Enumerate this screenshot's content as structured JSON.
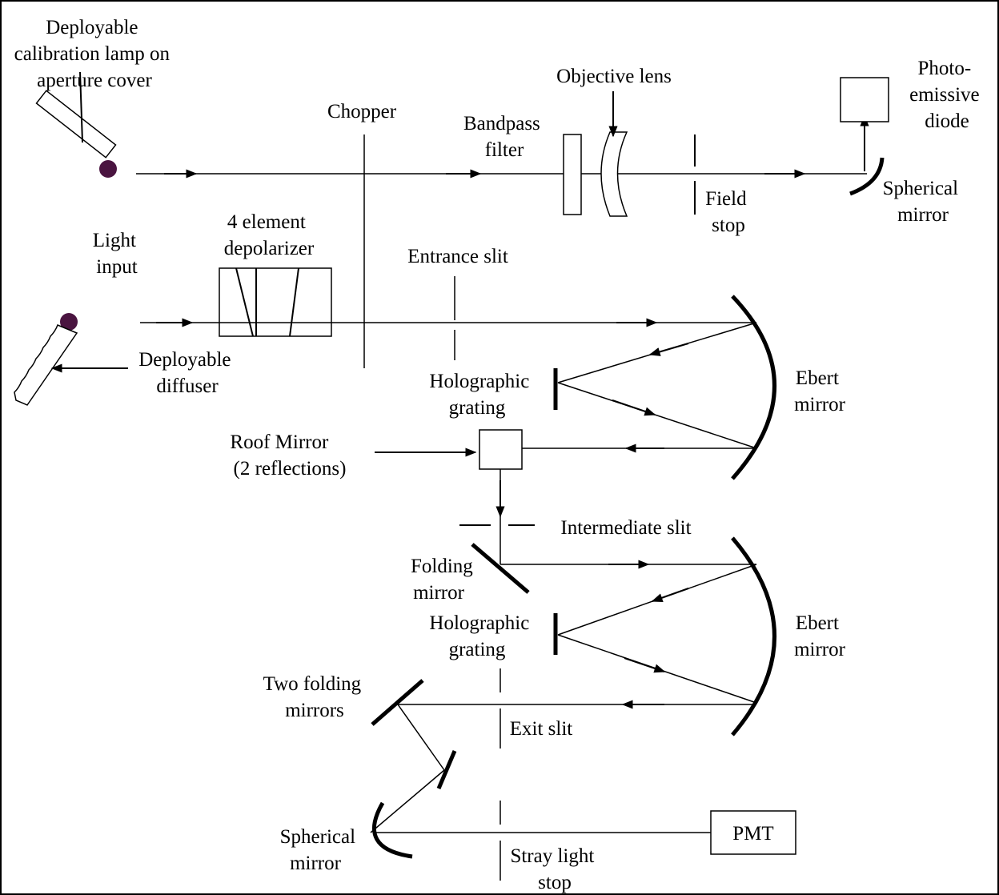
{
  "labels": {
    "calib_lamp": [
      "Deployable",
      "calibration lamp on",
      "aperture cover"
    ],
    "chopper": "Chopper",
    "bandpass": [
      "Bandpass",
      "filter"
    ],
    "objective": "Objective lens",
    "photodiode": [
      "Photo-",
      "emissive",
      "diode"
    ],
    "spherical_top": [
      "Spherical",
      "mirror"
    ],
    "field_stop": [
      "Field",
      "stop"
    ],
    "light_input": [
      "Light",
      "input"
    ],
    "depolarizer": [
      "4 element",
      "depolarizer"
    ],
    "entrance_slit": "Entrance slit",
    "diffuser": [
      "Deployable",
      "diffuser"
    ],
    "holo1": [
      "Holographic",
      "grating"
    ],
    "ebert1": [
      "Ebert",
      "mirror"
    ],
    "roof": [
      "Roof Mirror",
      "(2 reflections)"
    ],
    "intermediate_slit": "Intermediate slit",
    "folding": [
      "Folding",
      "mirror"
    ],
    "holo2": [
      "Holographic",
      "grating"
    ],
    "ebert2": [
      "Ebert",
      "mirror"
    ],
    "two_folding": [
      "Two folding",
      "mirrors"
    ],
    "exit_slit": "Exit slit",
    "spherical_bottom": [
      "Spherical",
      "mirror"
    ],
    "stray_stop": [
      "Stray light",
      "stop"
    ],
    "pmt": "PMT"
  },
  "colors": {
    "lamp": "#4a1440"
  }
}
